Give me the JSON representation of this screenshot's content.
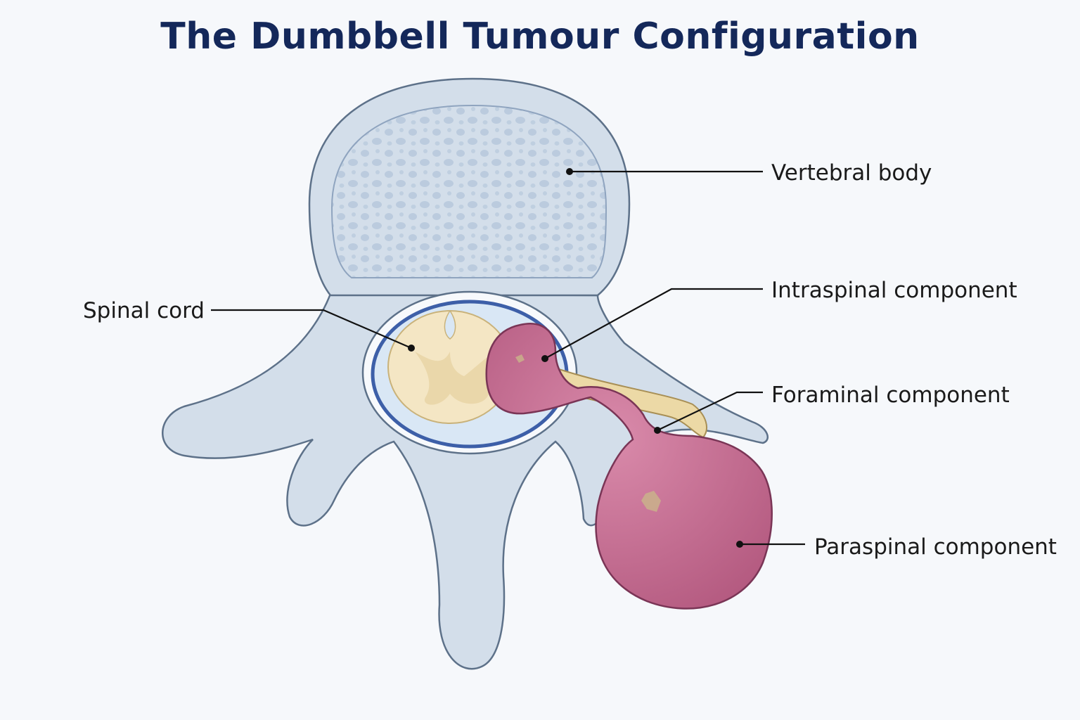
{
  "title": "The Dumbbell Tumour Configuration",
  "labels": {
    "vertebral_body": "Vertebral body",
    "spinal_cord": "Spinal cord",
    "intraspinal": "Intraspinal component",
    "foraminal": "Foraminal component",
    "paraspinal": "Paraspinal component"
  },
  "colors": {
    "title": "#14285a",
    "label_text": "#1a1a1a",
    "leader": "#111111",
    "bone": "#d3deea",
    "bone_outline": "#5d7189",
    "cancellous": "#c9d6e6",
    "dura": "#3d5fa8",
    "csf": "#d9e7f5",
    "cord": "#f4e6c4",
    "grey_matter": "#ead7aa",
    "nerve": "#ecd9a6",
    "tumour": "#c46a90",
    "tumour_outline": "#7a3556"
  }
}
